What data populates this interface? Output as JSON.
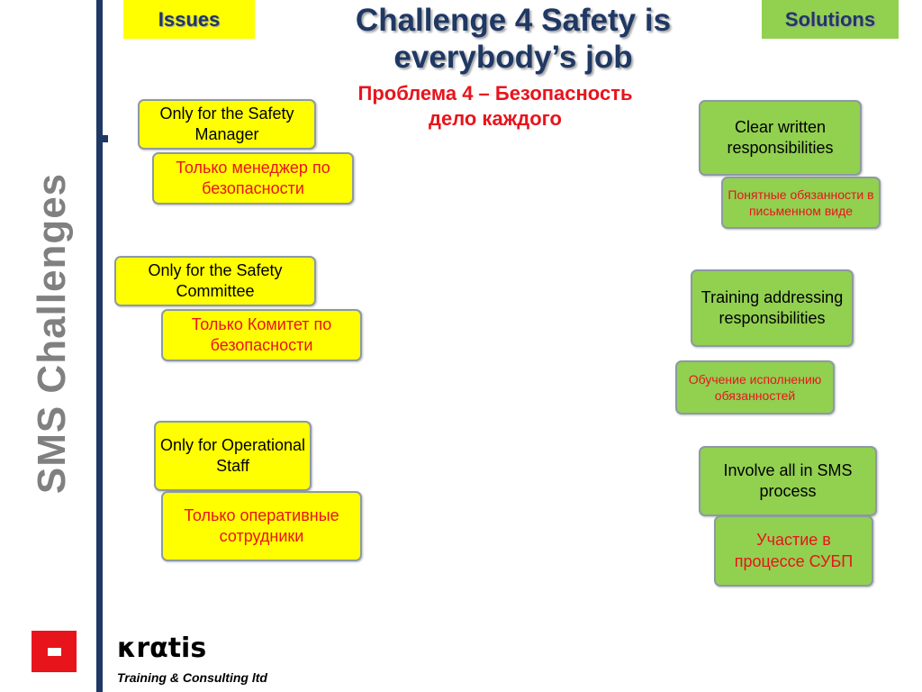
{
  "side_title": "SMS Challenges",
  "header": {
    "issues_tab": "Issues",
    "solutions_tab": "Solutions",
    "title_line1": "Challenge 4 Safety is",
    "title_line2": "everybody’s job",
    "subtitle_line1": "Проблема 4 – Безопасность",
    "subtitle_line2": "дело каждого"
  },
  "issues": [
    {
      "en": "Only for the Safety Manager",
      "ru": "Только менеджер по безопасности"
    },
    {
      "en": "Only for the Safety Committee",
      "ru": "Только Комитет по безопасности"
    },
    {
      "en": "Only for Operational Staff",
      "ru": "Только оперативные сотрудники"
    }
  ],
  "solutions": [
    {
      "en": "Clear written responsibilities",
      "ru": "Понятные обязанности в письменном виде"
    },
    {
      "en": "Training addressing responsibilities",
      "ru": "Обучение исполнению обязанностей"
    },
    {
      "en": "Involve all in SMS process",
      "ru": "Участие в процессе СУБП"
    }
  ],
  "footer": {
    "brand": "κrαtis",
    "brand_sub": "Training & Consulting ltd"
  },
  "colors": {
    "issue_fill": "#ffff00",
    "solution_fill": "#92d050",
    "title_blue": "#1f3864",
    "russian_red": "#e8141c",
    "side_title_grey": "#808080"
  }
}
